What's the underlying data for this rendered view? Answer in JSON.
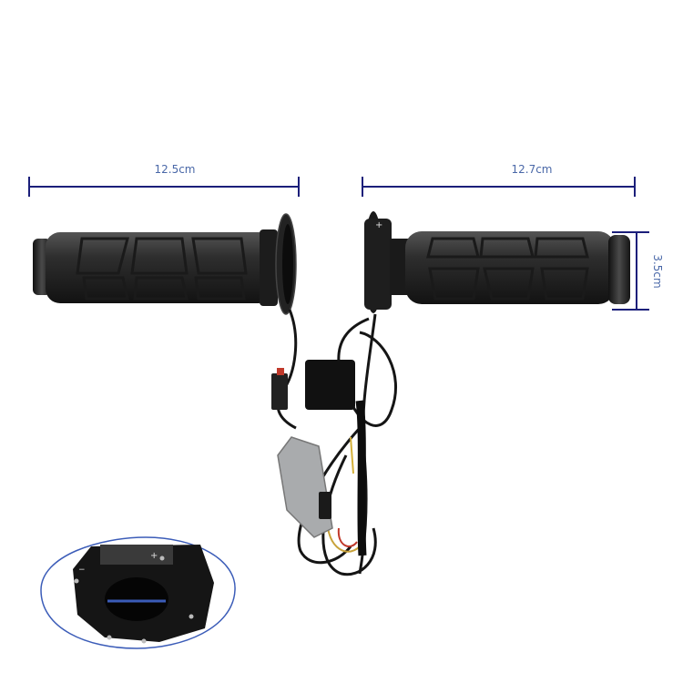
{
  "dimensions": {
    "left_grip_length": "12.5cm",
    "right_grip_length": "12.7cm",
    "grip_diameter": "3.5cm"
  },
  "inset": {
    "plus_mark": "+",
    "minus_mark": "−"
  },
  "colors": {
    "dimension_line": "#1b1f7a",
    "dimension_text": "#4a68a8",
    "grip_rubber": "#2a2a2a",
    "inset_outline": "#3b5cb8"
  }
}
